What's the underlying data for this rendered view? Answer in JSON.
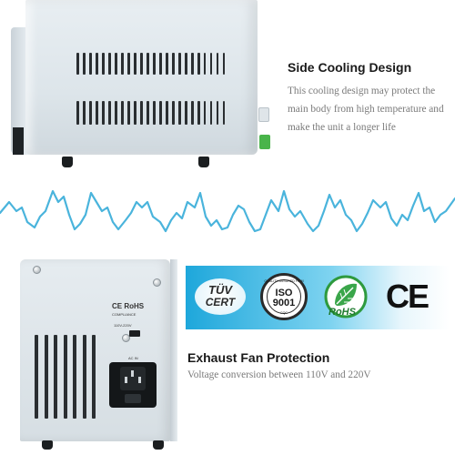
{
  "sections": {
    "side_cooling": {
      "title": "Side Cooling Design",
      "description": "This cooling design may protect the main body from high temperature and make the unit a longer life"
    },
    "exhaust_fan": {
      "title": "Exhaust Fan Protection",
      "description": "Voltage conversion between 110V and 220V"
    }
  },
  "device_labels": {
    "ce_rohs": "CE RoHS",
    "compliance": "COMPLIANCE",
    "voltage_switch": "110V-220V",
    "ac_in": "AC IN"
  },
  "certifications": {
    "tuv_line1": "TÜV",
    "tuv_line2": "CERT",
    "iso_top": "QUALITY ASSURED FIRM",
    "iso_line1": "ISO",
    "iso_line2": "9001",
    "iso_bottom": "CQC",
    "rohs": "RoHS",
    "ce": "CE"
  },
  "colors": {
    "wave": "#4ab4dc",
    "banner_blue": "#1ea7db",
    "rohs_green": "#2e9a3e"
  },
  "icons": [
    "tuv-cert-icon",
    "iso9001-icon",
    "rohs-leaf-icon",
    "ce-mark-icon"
  ]
}
